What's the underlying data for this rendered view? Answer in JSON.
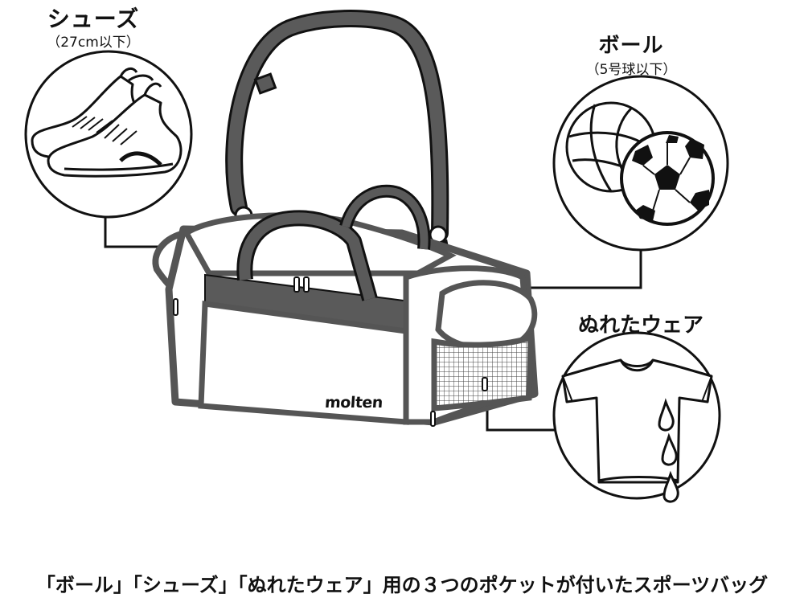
{
  "callouts": {
    "shoes": {
      "title": "シューズ",
      "subtitle": "（27cm以下）",
      "icon": "sneakers-icon"
    },
    "ball": {
      "title": "ボール",
      "subtitle": "（5号球以下）",
      "icon": "balls-icon"
    },
    "wet_wear": {
      "title": "ぬれたウェア",
      "icon": "wet-tshirt-icon"
    }
  },
  "bag": {
    "brand": "molten"
  },
  "caption": "「ボール」「シューズ」「ぬれたウェア」用の３つのポケットが付いたスポーツバッグ",
  "colors": {
    "line": "#111111",
    "strap": "#5a5a5a",
    "bag_fill": "#ffffff"
  }
}
